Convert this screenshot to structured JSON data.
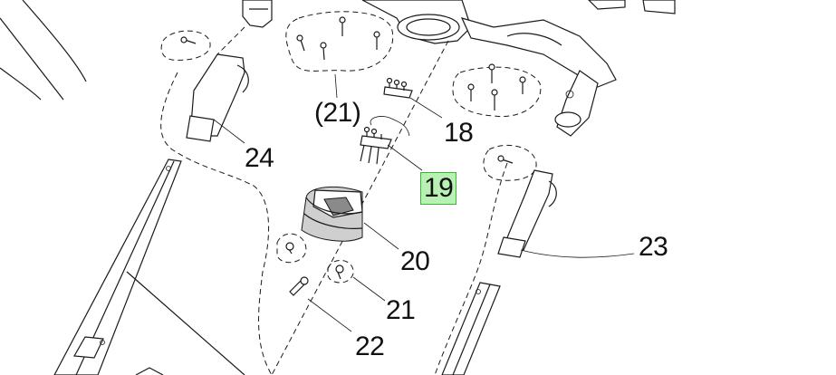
{
  "callouts": {
    "c18": "18",
    "c19": "19",
    "c20": "20",
    "c21": "21",
    "c21_group": "(21)",
    "c22": "22",
    "c23": "23",
    "c24": "24"
  },
  "highlight": {
    "callout": "19",
    "fill": "#b9f0b3",
    "border": "#3cb43c"
  }
}
